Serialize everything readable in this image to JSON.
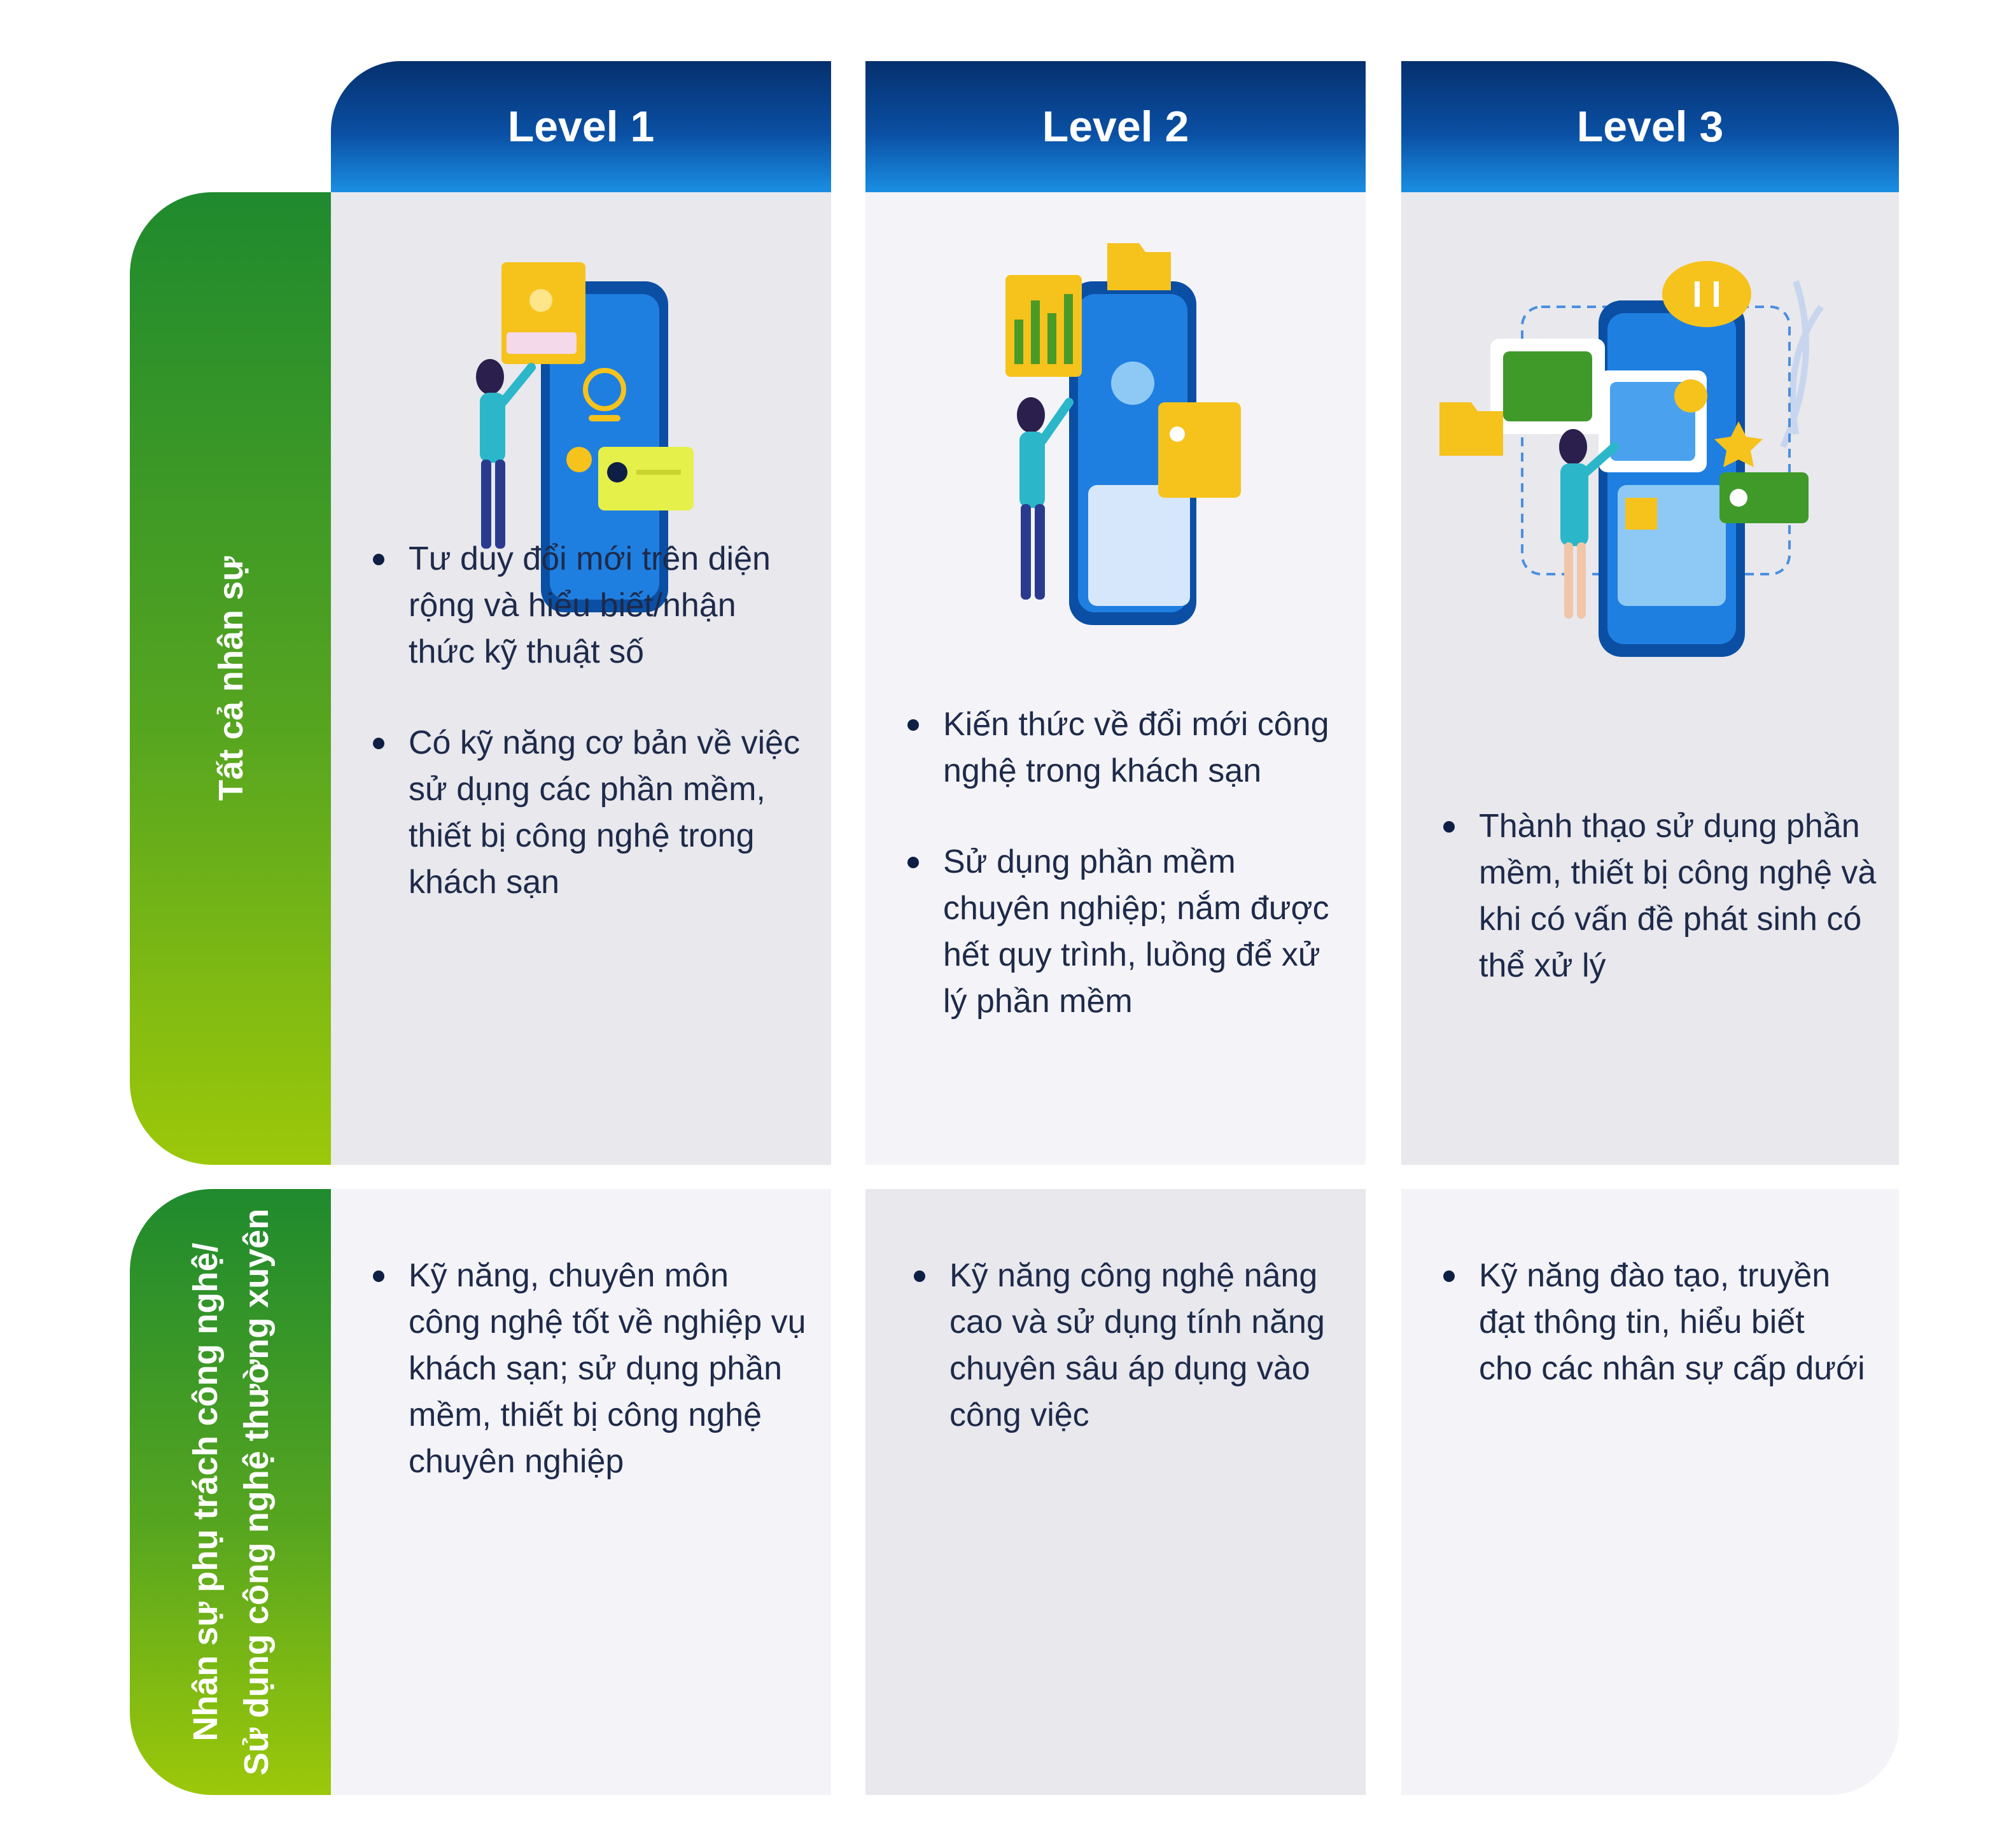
{
  "levels": [
    "Level 1",
    "Level 2",
    "Level 3"
  ],
  "rows": [
    {
      "label": "Tất cả nhân sự"
    },
    {
      "label_line1": "Nhân sự phụ trách công nghệ/",
      "label_line2": "Sử dụng công nghệ thường xuyên"
    }
  ],
  "cells": {
    "r1": [
      [
        "Tư duy đổi mới trên diện rộng và hiểu biết/nhận thức kỹ thuật số",
        "Có kỹ năng cơ bản về việc sử dụng các phần mềm, thiết bị công nghệ trong khách sạn"
      ],
      [
        "Kiến thức về đổi mới công nghệ trong khách sạn",
        "Sử dụng phần mềm chuyên nghiệp; nắm được hết quy trình, luồng để xử lý phần mềm"
      ],
      [
        "Thành thạo sử dụng phần mềm, thiết bị công nghệ và khi có vấn đề phát sinh có thể xử lý"
      ]
    ],
    "r2": [
      [
        "Kỹ năng, chuyên môn công nghệ tốt về nghiệp vụ khách sạn; sử dụng phần mềm, thiết bị công nghệ chuyên nghiệp"
      ],
      [
        "Kỹ năng công nghệ nâng cao và sử dụng tính năng chuyên sâu áp dụng vào công việc"
      ],
      [
        "Kỹ năng đào tạo, truyền đạt thông tin, hiểu biết cho các nhân sự cấp dưới"
      ]
    ]
  },
  "colors": {
    "header_dark": "#06306e",
    "header_light": "#1a8fe3",
    "side_dark": "#1f8a2e",
    "side_light": "#9cc80a",
    "cell_dark": "#e8e8ed",
    "cell_light": "#f4f4f8",
    "text": "#1e2a4a"
  },
  "illustrations": [
    "phone-woman-icon",
    "phone-charts-woman-icon",
    "phone-cloud-woman-icon"
  ]
}
